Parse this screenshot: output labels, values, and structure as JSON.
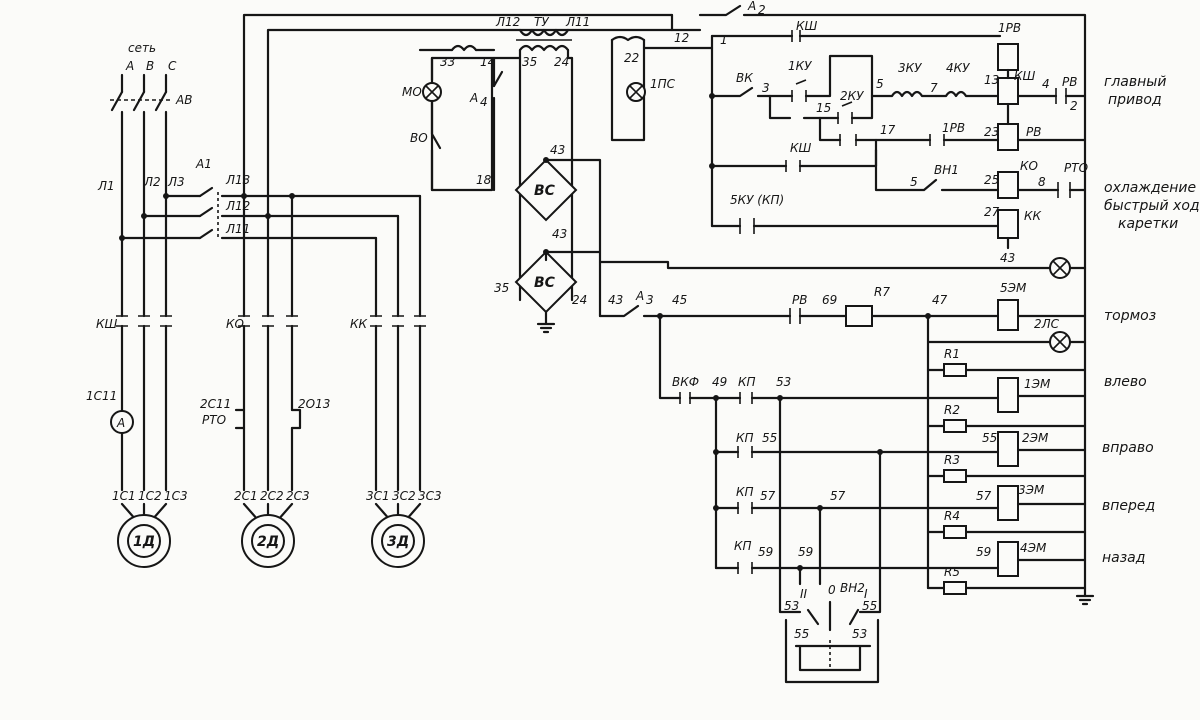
{
  "labels": {
    "set": "сеть",
    "a": "A",
    "b": "B",
    "c": "C",
    "av": "АВ",
    "l1": "Л1",
    "l2": "Л2",
    "l3": "Л3",
    "a1": "А1",
    "l13": "Л13",
    "l12": "Л12",
    "l11": "Л11",
    "ksh_main": "КШ",
    "ko_main": "КО",
    "kk_main": "КК",
    "c1c11": "1С11",
    "ammeter": "А",
    "c2c11": "2С11",
    "rto": "РТО",
    "c2o13": "2О13",
    "m1_leads": [
      "1С1",
      "1С2",
      "1С3"
    ],
    "m2_leads": [
      "2С1",
      "2С2",
      "2С3"
    ],
    "m3_leads": [
      "3С1",
      "3С2",
      "3С3"
    ],
    "m1": "1Д",
    "m2": "2Д",
    "m3": "3Д",
    "tu_l12": "Л12",
    "tu": "ТУ",
    "tu_l11": "Л11",
    "n33": "33",
    "n14": "14",
    "mo": "МО",
    "a4": "А",
    "a4sub": "4",
    "vo": "ВО",
    "n18": "18",
    "n35t": "35",
    "n24t": "24",
    "n22": "22",
    "n12": "12",
    "ps1": "1ПС",
    "n43a": "43",
    "bc": "ВС",
    "n43b": "43",
    "n35b": "35",
    "n24b": "24",
    "az": "А",
    "azsub": "2",
    "ksh_ctrl": "КШ",
    "n1": "1",
    "vk": "ВК",
    "n3": "3",
    "ku1": "1КУ",
    "ku2": "2КУ",
    "n15": "15",
    "n5": "5",
    "ku3": "3КУ",
    "n7": "7",
    "ku4": "4КУ",
    "n13": "13",
    "ksh_coil": "КШ",
    "rv1_top": "1РВ",
    "n4": "4",
    "rv_c": "РВ",
    "n2": "2",
    "ksh_low": "КШ",
    "n17": "17",
    "rv1_mid": "1РВ",
    "n23": "23",
    "rv_coil": "РВ",
    "n5b": "5",
    "vn1": "ВН1",
    "n25": "25",
    "ko_coil": "КО",
    "n8": "8",
    "rto2": "РТО",
    "ku5": "5КУ (КП)",
    "n27": "27",
    "kk_coil": "КК",
    "n43c": "43",
    "n43d": "43",
    "a3": "А",
    "a3sub": "3",
    "n45": "45",
    "rv_b": "РВ",
    "n69": "69",
    "r7": "R7",
    "n47": "47",
    "em5": "5ЭМ",
    "ps2": "2ЛС",
    "r1": "R1",
    "em1": "1ЭМ",
    "vkf": "ВКФ",
    "n49": "49",
    "kp1": "КП",
    "n53": "53",
    "r2": "R2",
    "kp2": "КП",
    "n55": "55",
    "n55b": "55",
    "em2": "2ЭМ",
    "r3": "R3",
    "kp3": "КП",
    "n57": "57",
    "n57b": "57",
    "n57c": "57",
    "em3": "3ЭМ",
    "r4": "R4",
    "kp4": "КП",
    "n59": "59",
    "n59b": "59",
    "n59c": "59",
    "em4": "4ЭМ",
    "r5": "R5",
    "roman2": "II",
    "zero": "0",
    "vn2": "ВН2",
    "roman1": "I",
    "n53s": "53",
    "n55s": "55",
    "n55s2": "55",
    "n53s2": "53"
  },
  "side_labels": {
    "main_drive": [
      "главный",
      "привод"
    ],
    "cooling": [
      "охлаждение",
      "быстрый ход",
      "каретки"
    ],
    "brake": "тормоз",
    "left": "влево",
    "right": "вправо",
    "forward": "вперед",
    "back": "назад"
  },
  "colors": {
    "ink": "#161616",
    "paper": "#fbfbf9"
  }
}
